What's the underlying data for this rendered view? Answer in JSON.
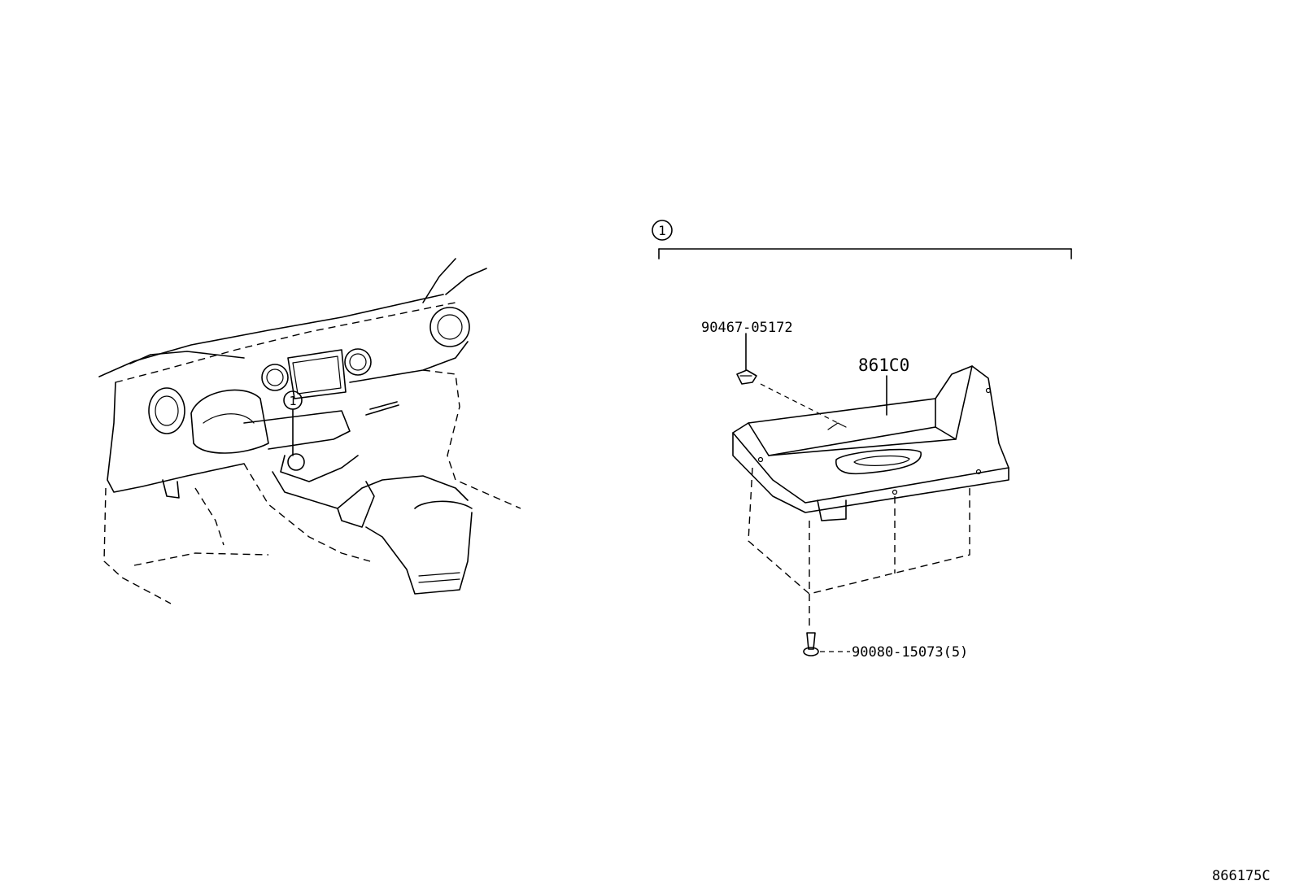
{
  "diagram": {
    "callout_marker": "1",
    "parts": {
      "clip": "90467-05172",
      "tray": "861C0",
      "screw": "90080-15073(5)"
    },
    "figure_id": "866175C"
  }
}
